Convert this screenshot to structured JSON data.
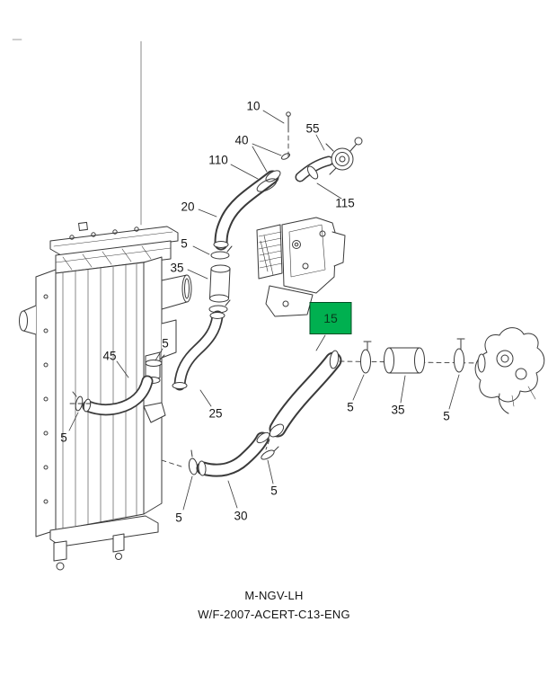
{
  "diagram": {
    "callout_labels": {
      "n5": "5",
      "n10": "10",
      "n15": "15",
      "n20": "20",
      "n25": "25",
      "n30": "30",
      "n35": "35",
      "n40": "40",
      "n45": "45",
      "n55": "55",
      "n110": "110",
      "n115": "115"
    },
    "highlight": {
      "part": "15",
      "color": "#00b050"
    },
    "captions": {
      "line1": "M-NGV-LH",
      "line2": "W/F-2007-ACERT-C13-ENG"
    }
  }
}
